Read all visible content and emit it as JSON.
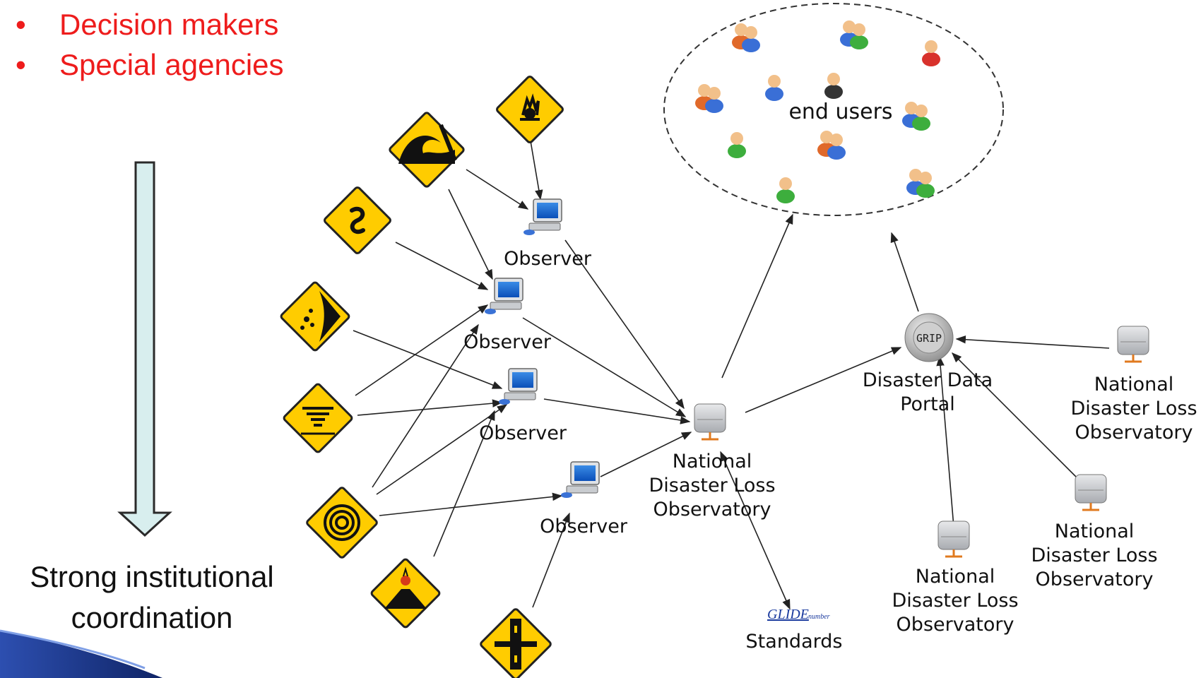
{
  "bullets": {
    "items": [
      "Decision makers",
      "Special agencies"
    ],
    "color": "#ee1c1c",
    "marker": "•"
  },
  "arrow_caption": [
    "Strong institutional",
    "coordination"
  ],
  "arrow_fill": "#d8eeee",
  "end_users_label": "end users",
  "observers": [
    "Observer",
    "Observer",
    "Observer",
    "Observer"
  ],
  "hub": [
    "National",
    "Disaster Loss",
    "Observatory"
  ],
  "portal": {
    "label": [
      "Disaster Data",
      "Portal"
    ],
    "logo": "GRIP"
  },
  "national_observatories": [
    [
      "National",
      "Disaster Loss",
      "Observatory"
    ],
    [
      "National",
      "Disaster Loss",
      "Observatory"
    ],
    [
      "National",
      "Disaster Loss",
      "Observatory"
    ]
  ],
  "standards": {
    "label": "Standards",
    "logo": "GLIDEnumber"
  },
  "hazard_icons": [
    "fire-hazard-icon",
    "tsunami-hazard-icon",
    "cyclone-hazard-icon",
    "landslide-hazard-icon",
    "tornado-hazard-icon",
    "hurricane-hazard-icon",
    "volcano-hazard-icon",
    "road-hazard-icon"
  ],
  "colors": {
    "sign_yellow": "#ffcc00",
    "sign_border": "#222222",
    "edge": "#222222",
    "server": "#c7c9cc"
  }
}
